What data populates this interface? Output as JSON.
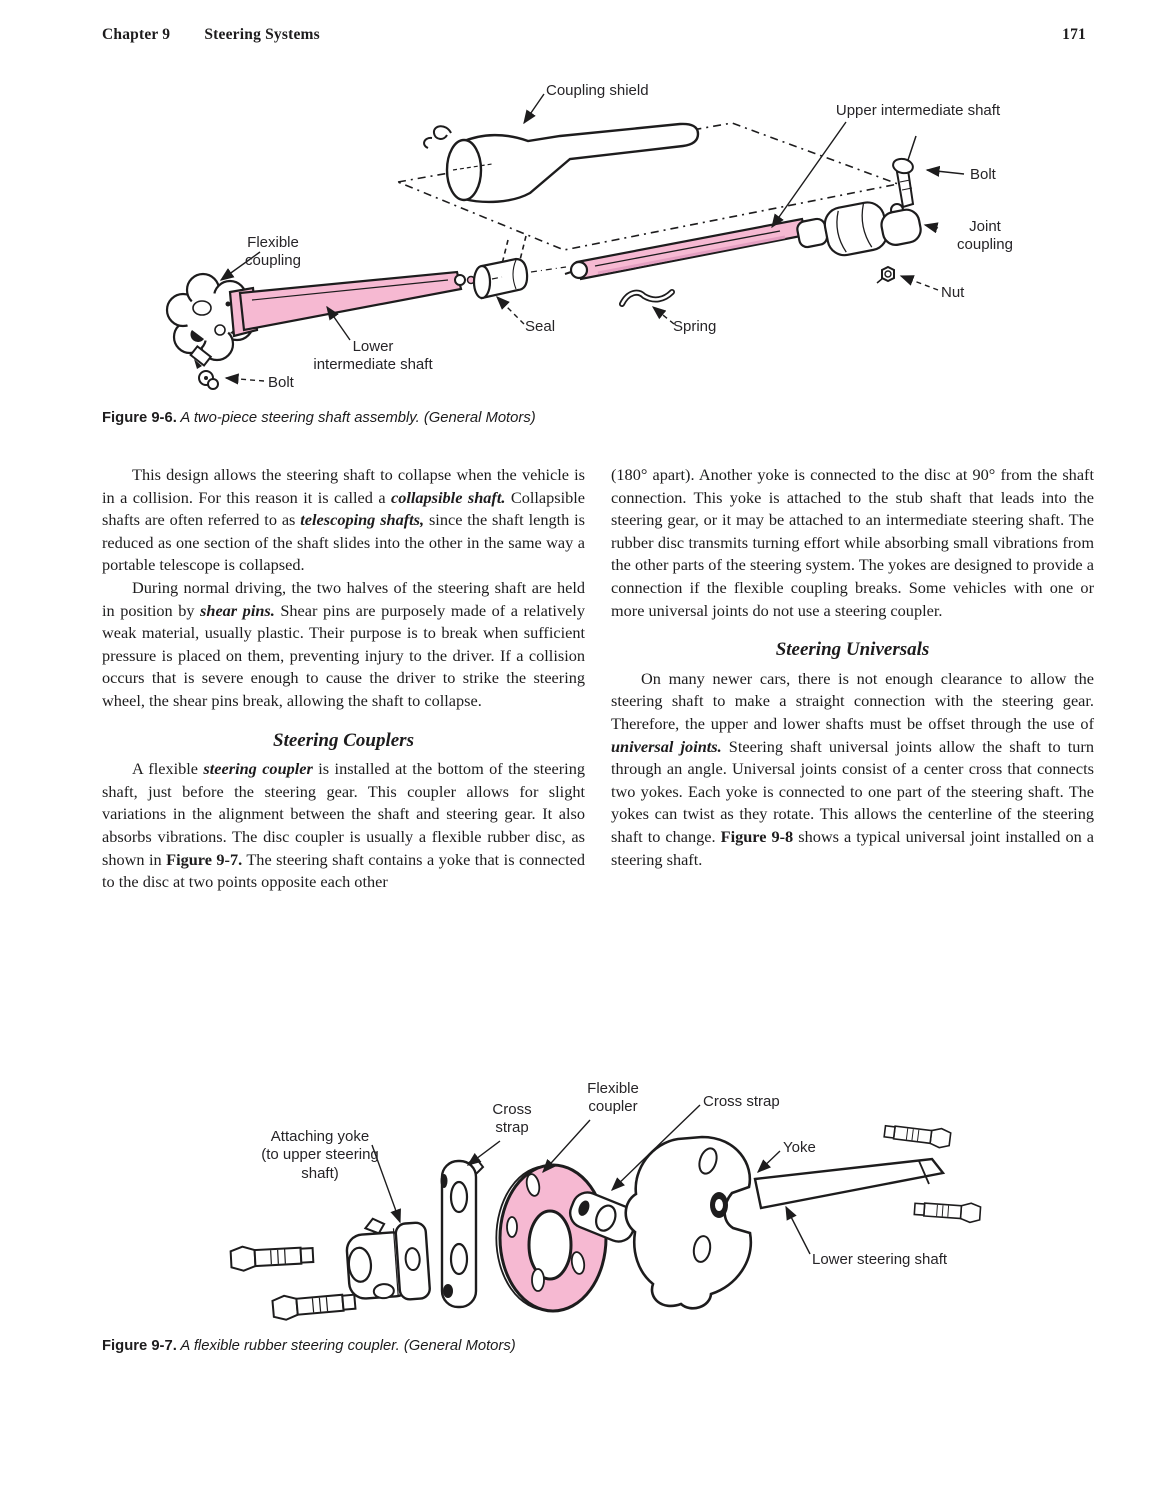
{
  "header": {
    "chapter": "Chapter 9",
    "title": "Steering Systems",
    "page_number": "171"
  },
  "colors": {
    "shaft_pink": "#f6b9d2",
    "ink": "#1d1c1d"
  },
  "figure_9_6": {
    "labels": {
      "coupling_shield": "Coupling shield",
      "upper_intermediate_shaft": "Upper intermediate shaft",
      "bolt_upper": "Bolt",
      "joint_coupling": "Joint coupling",
      "nut": "Nut",
      "spring": "Spring",
      "seal": "Seal",
      "flexible_coupling": "Flexible coupling",
      "lower_intermediate_shaft": "Lower intermediate shaft",
      "bolt_lower": "Bolt"
    },
    "caption": {
      "label": "Figure 9-6.",
      "text": " A two-piece steering shaft assembly. (General Motors)"
    }
  },
  "figure_9_7": {
    "labels": {
      "attaching_yoke": "Attaching yoke (to upper steering shaft)",
      "cross_strap_left": "Cross strap",
      "flexible_coupler": "Flexible coupler",
      "cross_strap_right": "Cross strap",
      "yoke": "Yoke",
      "lower_steering_shaft": "Lower steering shaft"
    },
    "caption": {
      "label": "Figure 9-7.",
      "text": " A flexible rubber steering coupler. (General Motors)"
    }
  },
  "body": {
    "left": [
      {
        "type": "p",
        "indent": true,
        "runs": [
          {
            "t": "This design allows the steering shaft to collapse when the vehicle is in a collision. For this reason it is called a ",
            "s": ""
          },
          {
            "t": "collapsible shaft.",
            "s": "bi"
          },
          {
            "t": " Collapsible shafts are often referred to as ",
            "s": ""
          },
          {
            "t": "telescoping shafts,",
            "s": "bi"
          },
          {
            "t": " since the shaft length is reduced as one section of the shaft slides into the other in the same way a portable telescope is collapsed.",
            "s": ""
          }
        ]
      },
      {
        "type": "p",
        "indent": true,
        "runs": [
          {
            "t": "During normal driving, the two halves of the steering shaft are held in position by ",
            "s": ""
          },
          {
            "t": "shear pins.",
            "s": "bi"
          },
          {
            "t": " Shear pins are purposely made of a relatively weak material, usually plastic. Their purpose is to break when sufficient pressure is placed on them, preventing injury to the driver. If a collision occurs that is severe enough to cause the driver to strike the steering wheel, the shear pins break, allowing the shaft to collapse.",
            "s": ""
          }
        ]
      },
      {
        "type": "h",
        "text": "Steering Couplers"
      },
      {
        "type": "p",
        "indent": true,
        "runs": [
          {
            "t": "A flexible ",
            "s": ""
          },
          {
            "t": "steering coupler",
            "s": "bi"
          },
          {
            "t": " is installed at the bottom of the steering shaft, just before the steering gear. This coupler allows for slight variations in the alignment between the shaft and steering gear. It also absorbs vibrations. The disc coupler is usually a flexible rubber disc, as shown in ",
            "s": ""
          },
          {
            "t": "Figure 9-7.",
            "s": "b"
          },
          {
            "t": " The steering shaft contains a yoke that is connected to the disc at two points opposite each other",
            "s": ""
          }
        ]
      }
    ],
    "right": [
      {
        "type": "p",
        "indent": false,
        "runs": [
          {
            "t": "(180° apart). Another yoke is connected to the disc at 90° from the shaft connection. This yoke is attached to the stub shaft that leads into the steering gear, or it may be attached to an intermediate steering shaft. The rubber disc transmits turning effort while absorbing small vibrations from the other parts of the steering system. The yokes are designed to provide a connection if the flexible coupling breaks. Some vehicles with one or more universal joints do not use a steering coupler.",
            "s": ""
          }
        ]
      },
      {
        "type": "h",
        "text": "Steering Universals"
      },
      {
        "type": "p",
        "indent": true,
        "runs": [
          {
            "t": "On many newer cars, there is not enough clearance to allow the steering shaft to make a straight connection with the steering gear. Therefore, the upper and lower shafts must be offset through the use of ",
            "s": ""
          },
          {
            "t": "universal joints.",
            "s": "bi"
          },
          {
            "t": " Steering shaft universal joints allow the shaft to turn through an angle. Universal joints consist of a center cross that connects two yokes. Each yoke is connected to one part of the steering shaft. The yokes can twist as they rotate. This allows the centerline of the steering shaft to change. ",
            "s": ""
          },
          {
            "t": "Figure 9-8",
            "s": "b"
          },
          {
            "t": " shows a typical universal joint installed on a steering shaft.",
            "s": ""
          }
        ]
      }
    ]
  }
}
